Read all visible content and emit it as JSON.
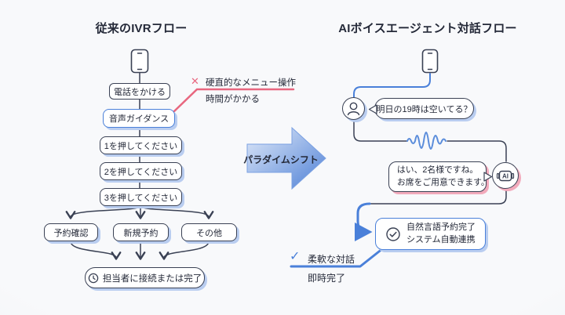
{
  "left": {
    "title": "従来のIVRフロー",
    "boxes": {
      "call": "電話をかける",
      "guidance": "音声ガイダンス",
      "press1": "1を押してください",
      "press2": "2を押してください",
      "press3": "3を押してください",
      "confirm": "予約確認",
      "new_booking": "新規予約",
      "other": "その他",
      "final": "担当者に接続または完了"
    },
    "annotation": {
      "x_mark": "✕",
      "line1": "硬直的なメニュー操作",
      "line2": "時間がかかる"
    }
  },
  "center": {
    "label": "パラダイムシフト"
  },
  "right": {
    "title": "AIボイスエージェント対話フロー",
    "user_bubble": "明日の19時は空いてる？",
    "ai_bubble_line1": "はい、2名様ですね。",
    "ai_bubble_line2": "お席をご用意できます。",
    "ai_icon_label": "AI",
    "result_line1": "自然言語予約完了",
    "result_line2": "システム自動連携",
    "annotation": {
      "check_mark": "✓",
      "line1": "柔軟な対話",
      "line2": "即時完了"
    }
  },
  "colors": {
    "ink": "#3a4154",
    "text": "#242938",
    "accent_blue": "#4a80d9",
    "soft_blue": "#b9cdf0",
    "accent_pink": "#e8677f",
    "soft_pink": "#f2aabb",
    "wave_blue": "#5b8ddb"
  }
}
